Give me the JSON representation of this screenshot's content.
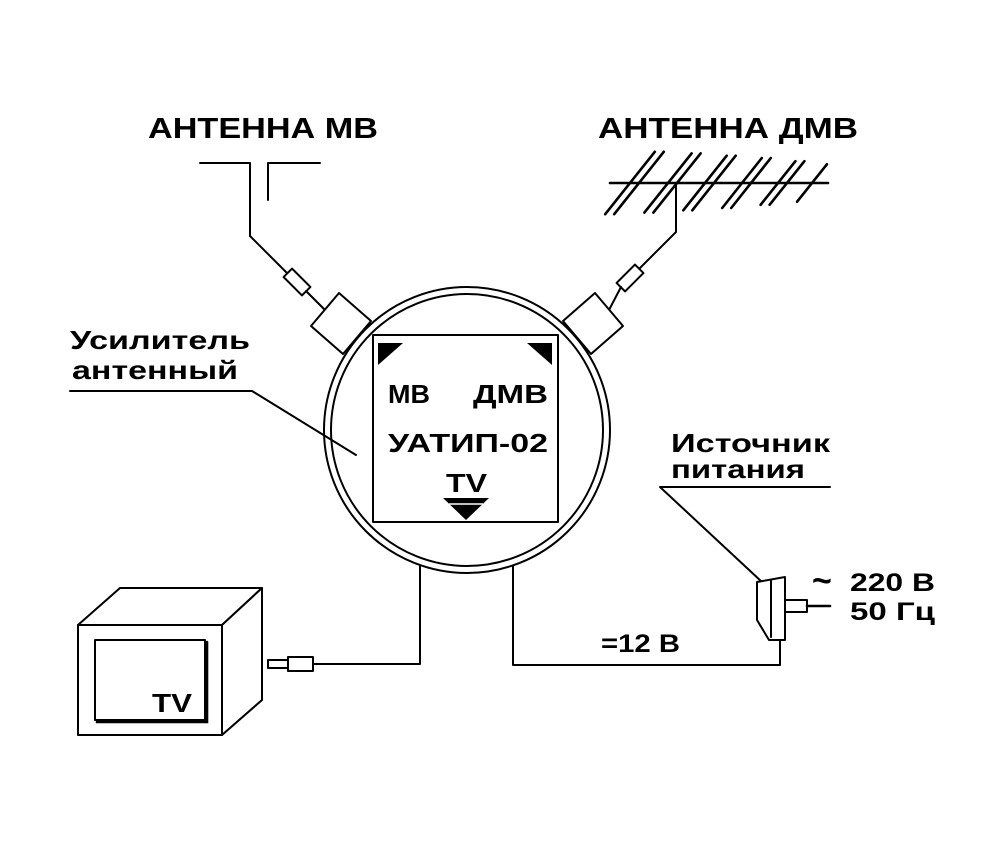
{
  "antennas": {
    "mv_label": "АНТЕННА МВ",
    "dmv_label": "АНТЕННА ДМВ"
  },
  "amplifier": {
    "label_line1": "Усилитель",
    "label_line2": "антенный",
    "panel": {
      "input_mv": "МВ",
      "input_dmv": "ДМВ",
      "model": "УАТИП-02",
      "output_tv": "TV"
    }
  },
  "power_supply": {
    "label_line1": "Источник",
    "label_line2": "питания",
    "mains_symbol": "~",
    "mains_voltage": "220 В",
    "mains_frequency": "50 Гц",
    "output_voltage": "=12 В"
  },
  "tv_set": {
    "screen_label": "TV"
  },
  "colors": {
    "ink": "#000000",
    "background": "#ffffff"
  }
}
